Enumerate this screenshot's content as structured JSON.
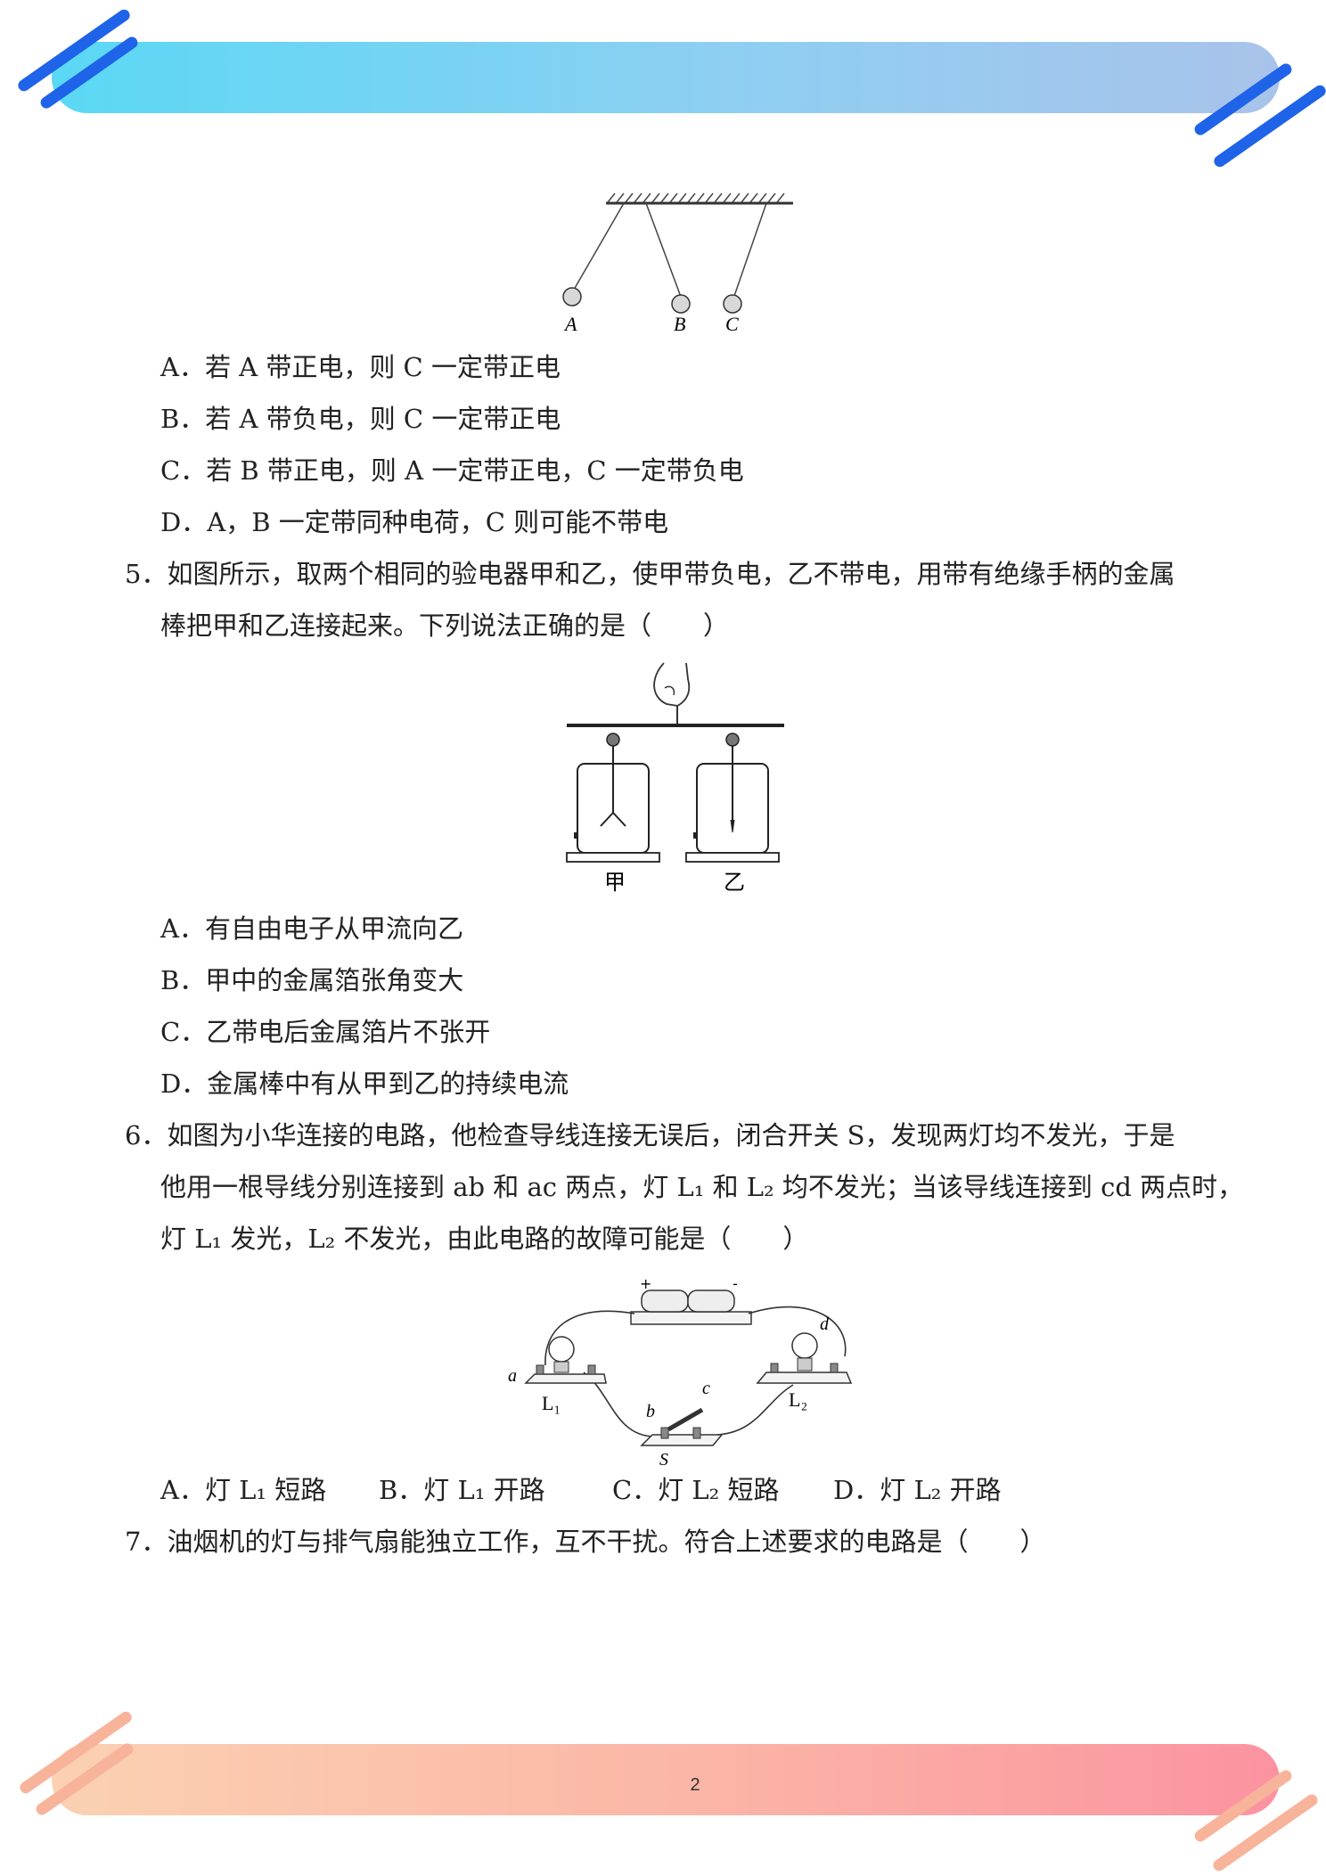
{
  "page_number": "2",
  "q4": {
    "figure_labels": [
      "A",
      "B",
      "C"
    ],
    "options": [
      "A．若 A 带正电，则 C 一定带正电",
      "B．若 A 带负电，则 C 一定带正电",
      "C．若 B 带正电，则 A 一定带正电，C 一定带负电",
      "D．A，B 一定带同种电荷，C 则可能不带电"
    ]
  },
  "q5": {
    "stem_line1": "5．如图所示，取两个相同的验电器甲和乙，使甲带负电，乙不带电，用带有绝缘手柄的金属",
    "stem_line2": "棒把甲和乙连接起来。下列说法正确的是（　　）",
    "figure_labels": [
      "甲",
      "乙"
    ],
    "options": [
      "A．有自由电子从甲流向乙",
      "B．甲中的金属箔张角变大",
      "C．乙带电后金属箔片不张开",
      "D．金属棒中有从甲到乙的持续电流"
    ]
  },
  "q6": {
    "stem_line1": "6．如图为小华连接的电路，他检查导线连接无误后，闭合开关 S，发现两灯均不发光，于是",
    "stem_line2": "他用一根导线分别连接到 ab 和 ac 两点，灯 L₁ 和 L₂ 均不发光；当该导线连接到 cd 两点时，",
    "stem_line3": "灯 L₁ 发光，L₂ 不发光，由此电路的故障可能是（　　）",
    "figure_labels": {
      "plus": "+",
      "minus": "-",
      "a": "a",
      "b": "b",
      "c": "c",
      "d": "d",
      "L1": "L₁",
      "L2": "L₂",
      "S": "S"
    },
    "options": [
      "A．灯 L₁ 短路",
      "B．灯 L₁ 开路",
      "C．灯 L₂ 短路",
      "D．灯 L₂ 开路"
    ]
  },
  "q7": {
    "stem_line1": "7．油烟机的灯与排气扇能独立工作，互不干扰。符合上述要求的电路是（　　）"
  }
}
